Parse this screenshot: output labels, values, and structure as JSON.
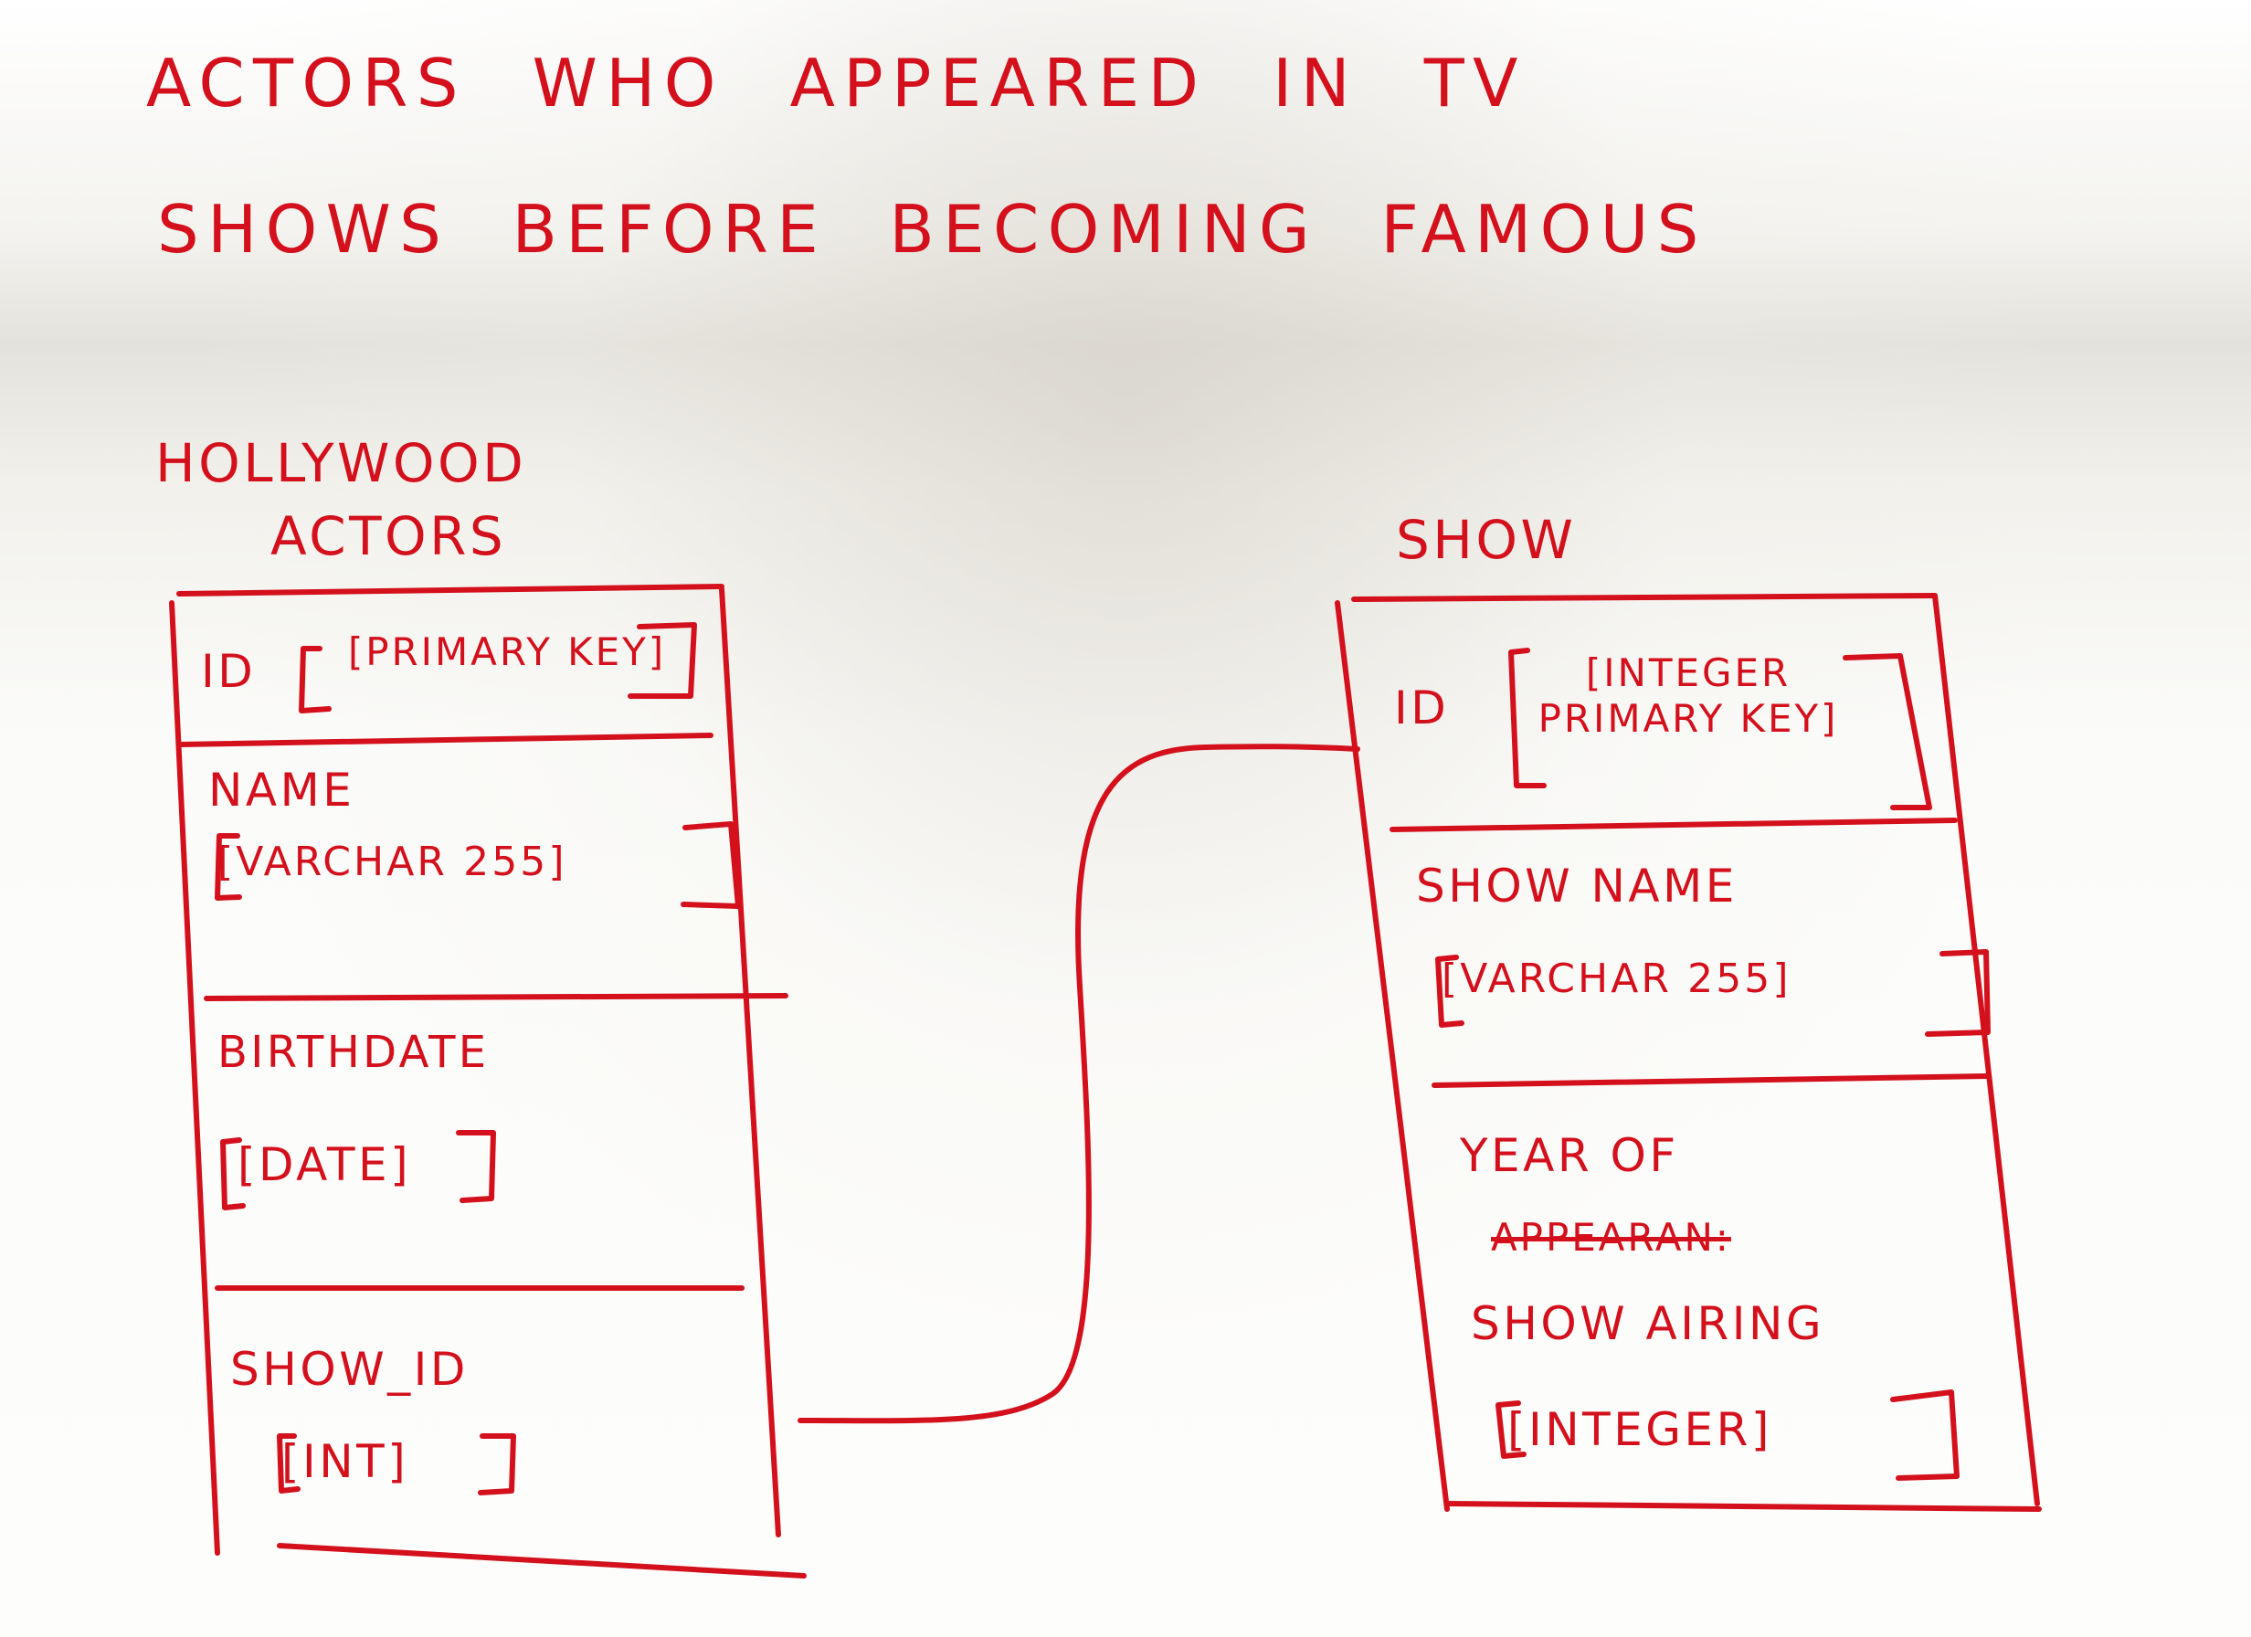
{
  "title": {
    "line1": "ACTORS WHO APPEARED IN TV",
    "line2": "SHOWS BEFORE BECOMING FAMOUS"
  },
  "hollywood_actors": {
    "title_line1": "HOLLYWOOD",
    "title_line2": "ACTORS",
    "fields": {
      "id": {
        "name": "ID",
        "type": "[PRIMARY KEY]"
      },
      "name": {
        "name": "NAME",
        "type": "[VARCHAR 255]"
      },
      "birthdate": {
        "name": "BIRTHDATE",
        "type": "[DATE]"
      },
      "show_id": {
        "name": "SHOW_ID",
        "type": "[INT]"
      }
    }
  },
  "show": {
    "title": "SHOW",
    "fields": {
      "id": {
        "name": "ID",
        "type": "[INTEGER PRIMARY KEY]"
      },
      "show_name": {
        "name": "SHOW NAME",
        "type": "[VARCHAR 255]"
      },
      "year_airing": {
        "name_line1": "YEAR OF",
        "struck": "APPEARAN:",
        "name_line2": "SHOW AIRING",
        "type": "[INTEGER]"
      }
    }
  }
}
